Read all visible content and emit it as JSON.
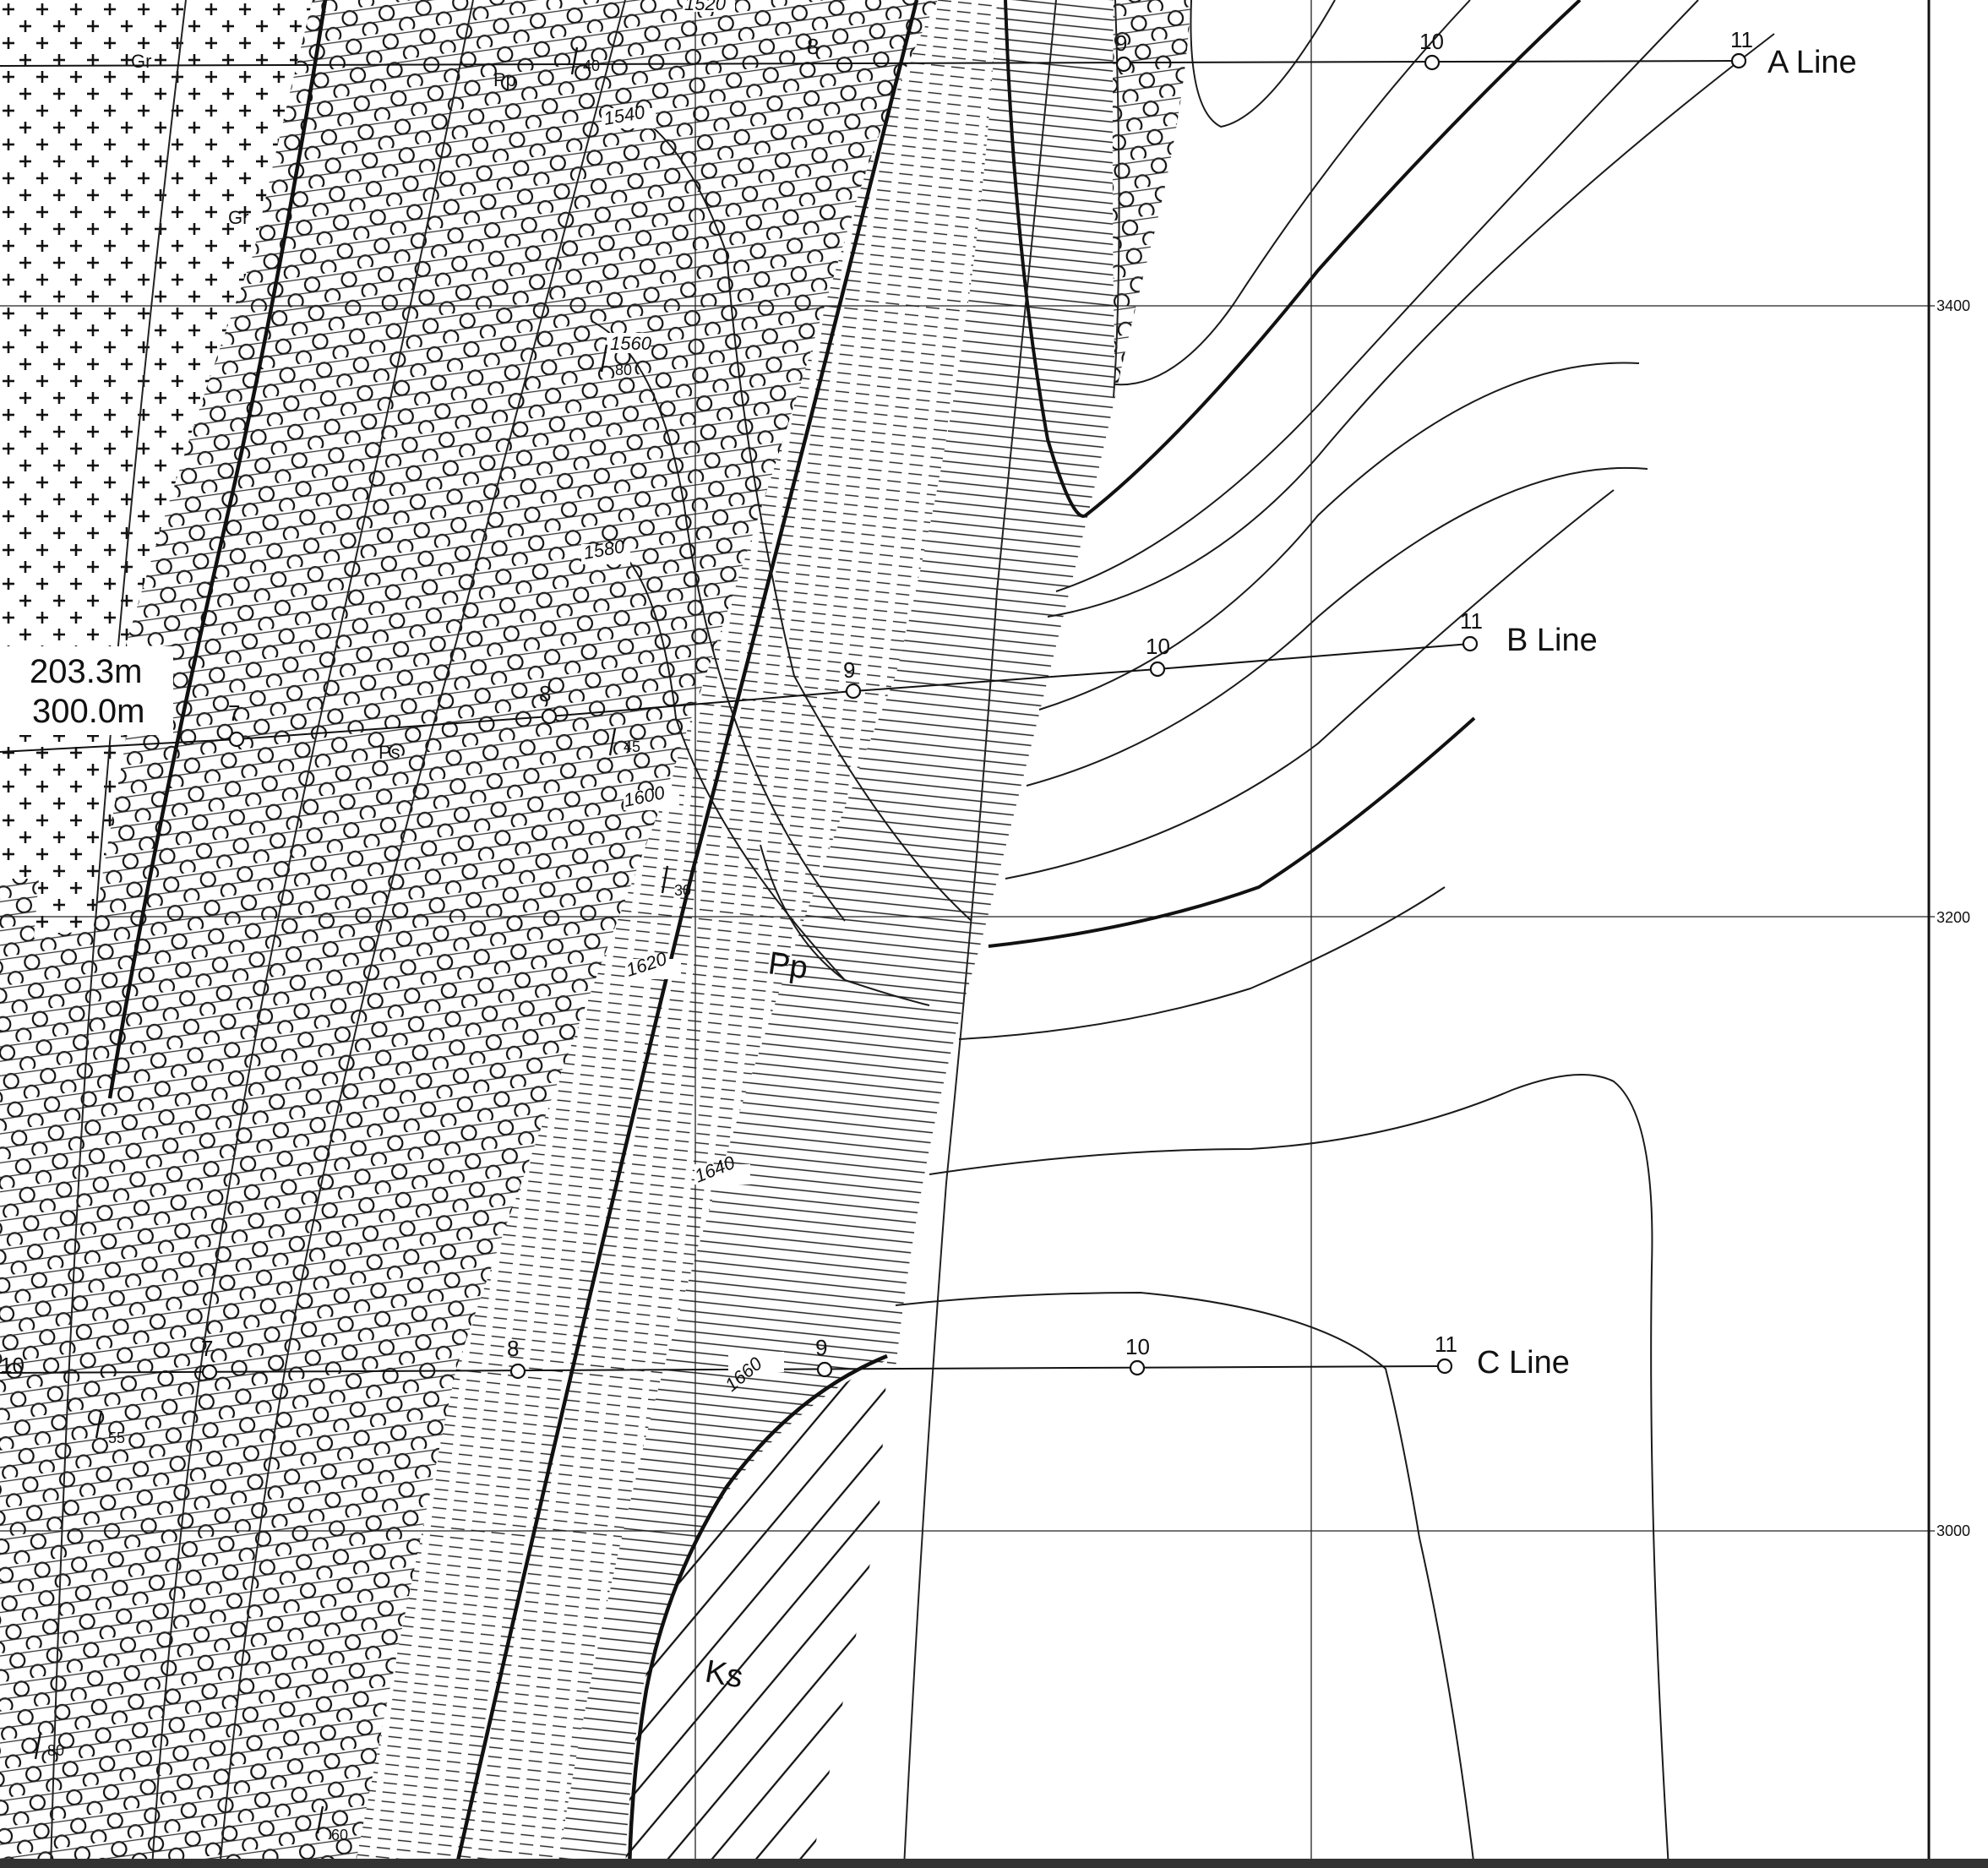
{
  "map": {
    "survey_lines": [
      {
        "label": "A Line",
        "stations": [
          "8",
          "9",
          "10",
          "11"
        ]
      },
      {
        "label": "B Line",
        "stations": [
          "7",
          "8",
          "9",
          "10",
          "11"
        ]
      },
      {
        "label": "C Line",
        "stations": [
          "10",
          "7",
          "8",
          "9",
          "10",
          "11"
        ]
      }
    ],
    "grid_labels": [
      "3400",
      "3200",
      "3000"
    ],
    "distances": [
      "203.3m",
      "300.0m"
    ],
    "units": {
      "Pp": "Pp",
      "Ps": "Ps",
      "Ks": "Ks",
      "Gr": "Gr"
    },
    "contours": [
      "1520",
      "1540",
      "1560",
      "1580",
      "1600",
      "1620",
      "1640",
      "1660"
    ],
    "dips": [
      "40",
      "80",
      "45",
      "30",
      "55",
      "60",
      "80"
    ],
    "colors": {
      "ink": "#111111",
      "paper": "#ffffff"
    }
  }
}
